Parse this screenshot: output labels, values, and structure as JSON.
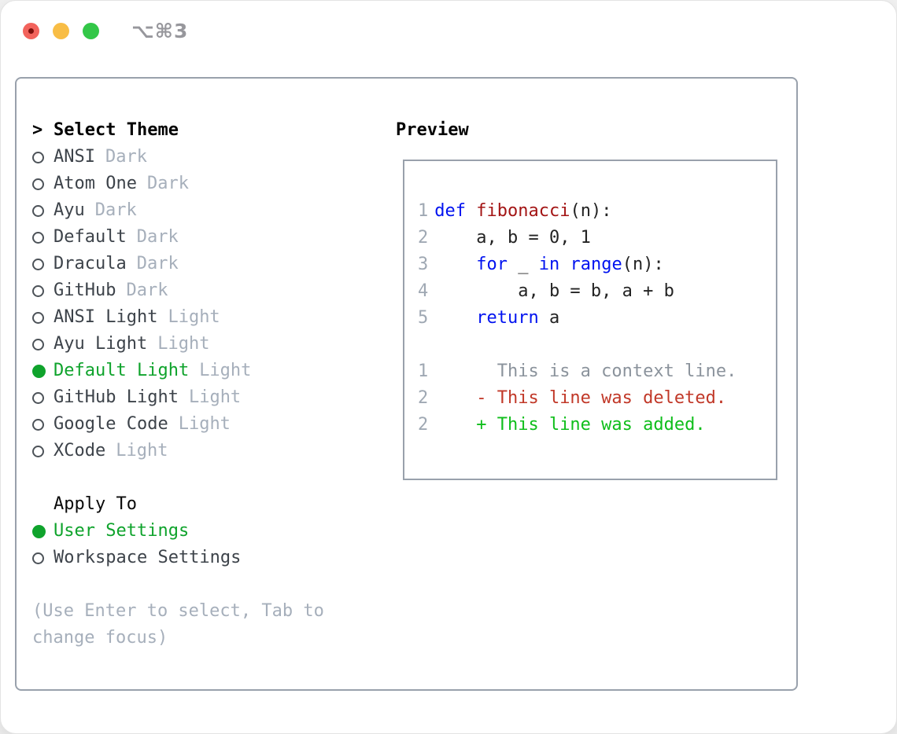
{
  "window": {
    "title": "⌥⌘3",
    "traffic_lights": [
      {
        "name": "close",
        "color": "#f2635c"
      },
      {
        "name": "minimize",
        "color": "#f8bd45"
      },
      {
        "name": "zoom",
        "color": "#33c748"
      }
    ]
  },
  "theme_selector": {
    "prompt": ">",
    "heading": "Select Theme",
    "items": [
      {
        "name": "ANSI",
        "variant": "Dark",
        "selected": false
      },
      {
        "name": "Atom One",
        "variant": "Dark",
        "selected": false
      },
      {
        "name": "Ayu",
        "variant": "Dark",
        "selected": false
      },
      {
        "name": "Default",
        "variant": "Dark",
        "selected": false
      },
      {
        "name": "Dracula",
        "variant": "Dark",
        "selected": false
      },
      {
        "name": "GitHub",
        "variant": "Dark",
        "selected": false
      },
      {
        "name": "ANSI Light",
        "variant": "Light",
        "selected": false
      },
      {
        "name": "Ayu Light",
        "variant": "Light",
        "selected": false
      },
      {
        "name": "Default Light",
        "variant": "Light",
        "selected": true
      },
      {
        "name": "GitHub Light",
        "variant": "Light",
        "selected": false
      },
      {
        "name": "Google Code",
        "variant": "Light",
        "selected": false
      },
      {
        "name": "XCode",
        "variant": "Light",
        "selected": false
      }
    ]
  },
  "apply_to": {
    "heading": "Apply To",
    "options": [
      {
        "label": "User Settings",
        "selected": true
      },
      {
        "label": "Workspace Settings",
        "selected": false
      }
    ]
  },
  "help_text": {
    "line1": "(Use Enter to select, Tab to",
    "line2": "change focus)"
  },
  "preview": {
    "heading": "Preview",
    "lines": [
      {
        "num": "1",
        "segments": [
          [
            "def",
            "kw"
          ],
          [
            " ",
            "plain"
          ],
          [
            "fibonacci",
            "fn"
          ],
          [
            "(n):",
            "plain"
          ]
        ]
      },
      {
        "num": "2",
        "segments": [
          [
            "    a, b = 0, 1",
            "plain"
          ]
        ]
      },
      {
        "num": "3",
        "segments": [
          [
            "    ",
            "plain"
          ],
          [
            "for",
            "kw"
          ],
          [
            " _ ",
            "plain"
          ],
          [
            "in",
            "kw"
          ],
          [
            " ",
            "plain"
          ],
          [
            "range",
            "kw"
          ],
          [
            "(n):",
            "plain"
          ]
        ]
      },
      {
        "num": "4",
        "segments": [
          [
            "        a, b = b, a + b",
            "plain"
          ]
        ]
      },
      {
        "num": "5",
        "segments": [
          [
            "    ",
            "plain"
          ],
          [
            "return",
            "kw"
          ],
          [
            " a",
            "plain"
          ]
        ]
      },
      {
        "num": "",
        "segments": []
      },
      {
        "num": "1",
        "segments": [
          [
            "      This is a context line.",
            "ctx"
          ]
        ]
      },
      {
        "num": "2",
        "segments": [
          [
            "    - This line was deleted.",
            "del"
          ]
        ]
      },
      {
        "num": "2",
        "segments": [
          [
            "    + This line was added.",
            "add"
          ]
        ]
      }
    ]
  },
  "colors": {
    "accent-green": "#0fa32c",
    "added-green": "#0fbe1b",
    "deleted-red": "#c13828",
    "keyword-blue": "#0012f0",
    "function-red": "#a31515",
    "muted-gray": "#a6afbb",
    "line-number-gray": "#9fa8b3",
    "context-gray": "#8b939c"
  }
}
